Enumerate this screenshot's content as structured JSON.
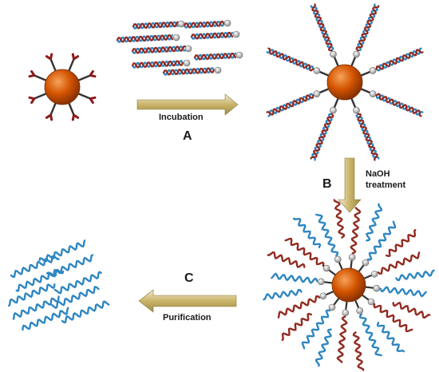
{
  "steps": {
    "a": {
      "letter": "A",
      "label": "Incubation"
    },
    "b": {
      "letter": "B",
      "label_line1": "NaOH",
      "label_line2": "treatment"
    },
    "c": {
      "letter": "C",
      "label": "Purification"
    }
  },
  "colors": {
    "nanoparticle": "#d35400",
    "nanoparticle_highlight": "#f39c4a",
    "linker": "#333333",
    "linker_tip": "#8b1a1a",
    "strand_blue": "#2e86c1",
    "strand_red": "#922b21",
    "arrow_fill": "#c9b46a",
    "arrow_light": "#efe4b5"
  }
}
